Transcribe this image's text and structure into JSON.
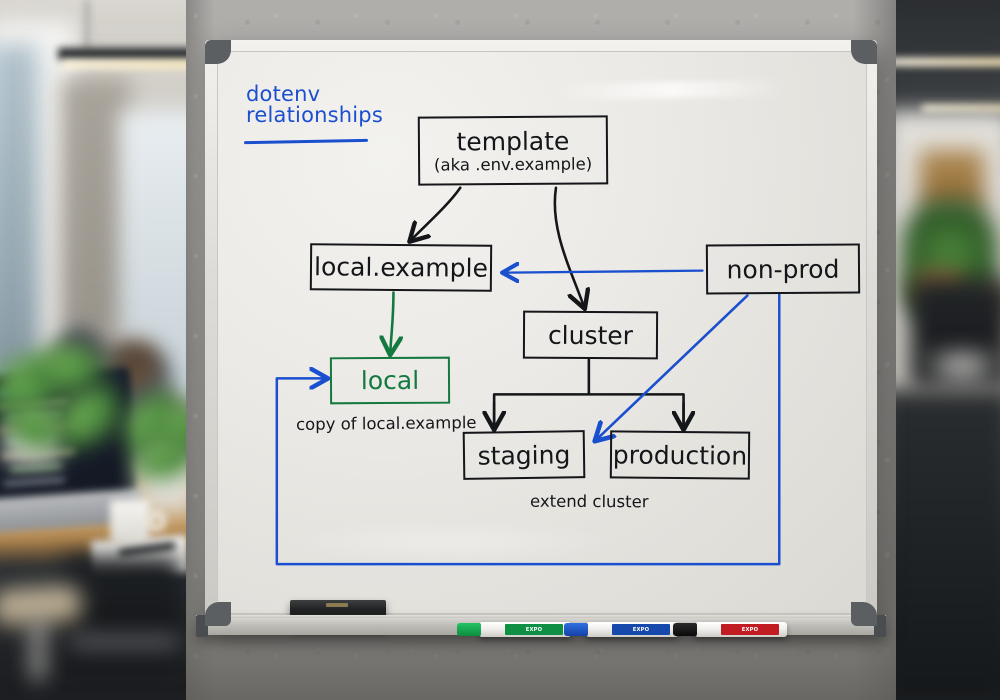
{
  "scene": {
    "kind": "photo-of-whiteboard-in-office",
    "board_title_line1": "dotenv",
    "board_title_line2": "relationships",
    "title_color": "#1a4fd0",
    "ink_black": "#15161a",
    "ink_green": "#14793f",
    "ink_blue": "#1a4fd0",
    "board_surface_color": "#eceae6"
  },
  "diagram": {
    "nodes": [
      {
        "id": "template",
        "label": "template",
        "sublabel": "(aka .env.example)",
        "color": "#15161a"
      },
      {
        "id": "local-example",
        "label": "local.example",
        "sublabel": "",
        "color": "#15161a"
      },
      {
        "id": "local",
        "label": "local",
        "sublabel": "",
        "color": "#14793f"
      },
      {
        "id": "cluster",
        "label": "cluster",
        "sublabel": "",
        "color": "#15161a"
      },
      {
        "id": "staging",
        "label": "staging",
        "sublabel": "",
        "color": "#15161a"
      },
      {
        "id": "production",
        "label": "production",
        "sublabel": "",
        "color": "#15161a"
      },
      {
        "id": "non-prod",
        "label": "non-prod",
        "sublabel": "",
        "color": "#15161a"
      }
    ],
    "captions": [
      {
        "id": "copy-of",
        "text": "copy of local.example"
      },
      {
        "id": "extend-cluster",
        "text": "extend cluster"
      }
    ],
    "edges": [
      {
        "from": "template",
        "to": "local-example",
        "color": "#15161a",
        "style": "arrow"
      },
      {
        "from": "template",
        "to": "cluster",
        "color": "#15161a",
        "style": "arrow-curved"
      },
      {
        "from": "local-example",
        "to": "local",
        "color": "#14793f",
        "style": "arrow"
      },
      {
        "from": "cluster",
        "to": "staging",
        "color": "#15161a",
        "style": "elbow-arrow"
      },
      {
        "from": "cluster",
        "to": "production",
        "color": "#15161a",
        "style": "elbow-arrow"
      },
      {
        "from": "non-prod",
        "to": "local-example",
        "color": "#1a4fd0",
        "style": "arrow"
      },
      {
        "from": "non-prod",
        "to": "staging",
        "color": "#1a4fd0",
        "style": "arrow-diagonal"
      },
      {
        "from": "non-prod",
        "to": "local",
        "color": "#1a4fd0",
        "style": "wrap-around-arrow"
      }
    ]
  },
  "tray": {
    "eraser_label": "",
    "markers": [
      {
        "id": "marker-green",
        "brand": "EXPO",
        "cap_color": "#12a04a",
        "label_color": "#0f8f43"
      },
      {
        "id": "marker-blue",
        "brand": "EXPO",
        "cap_color": "#1a56c4",
        "label_color": "#1748ab"
      },
      {
        "id": "marker-black",
        "brand": "EXPO",
        "cap_color": "#141414",
        "label_color": "#141414"
      },
      {
        "id": "marker-red",
        "brand": "EXPO",
        "cap_color": "#cc2026",
        "label_color": "#c01c22"
      }
    ]
  }
}
